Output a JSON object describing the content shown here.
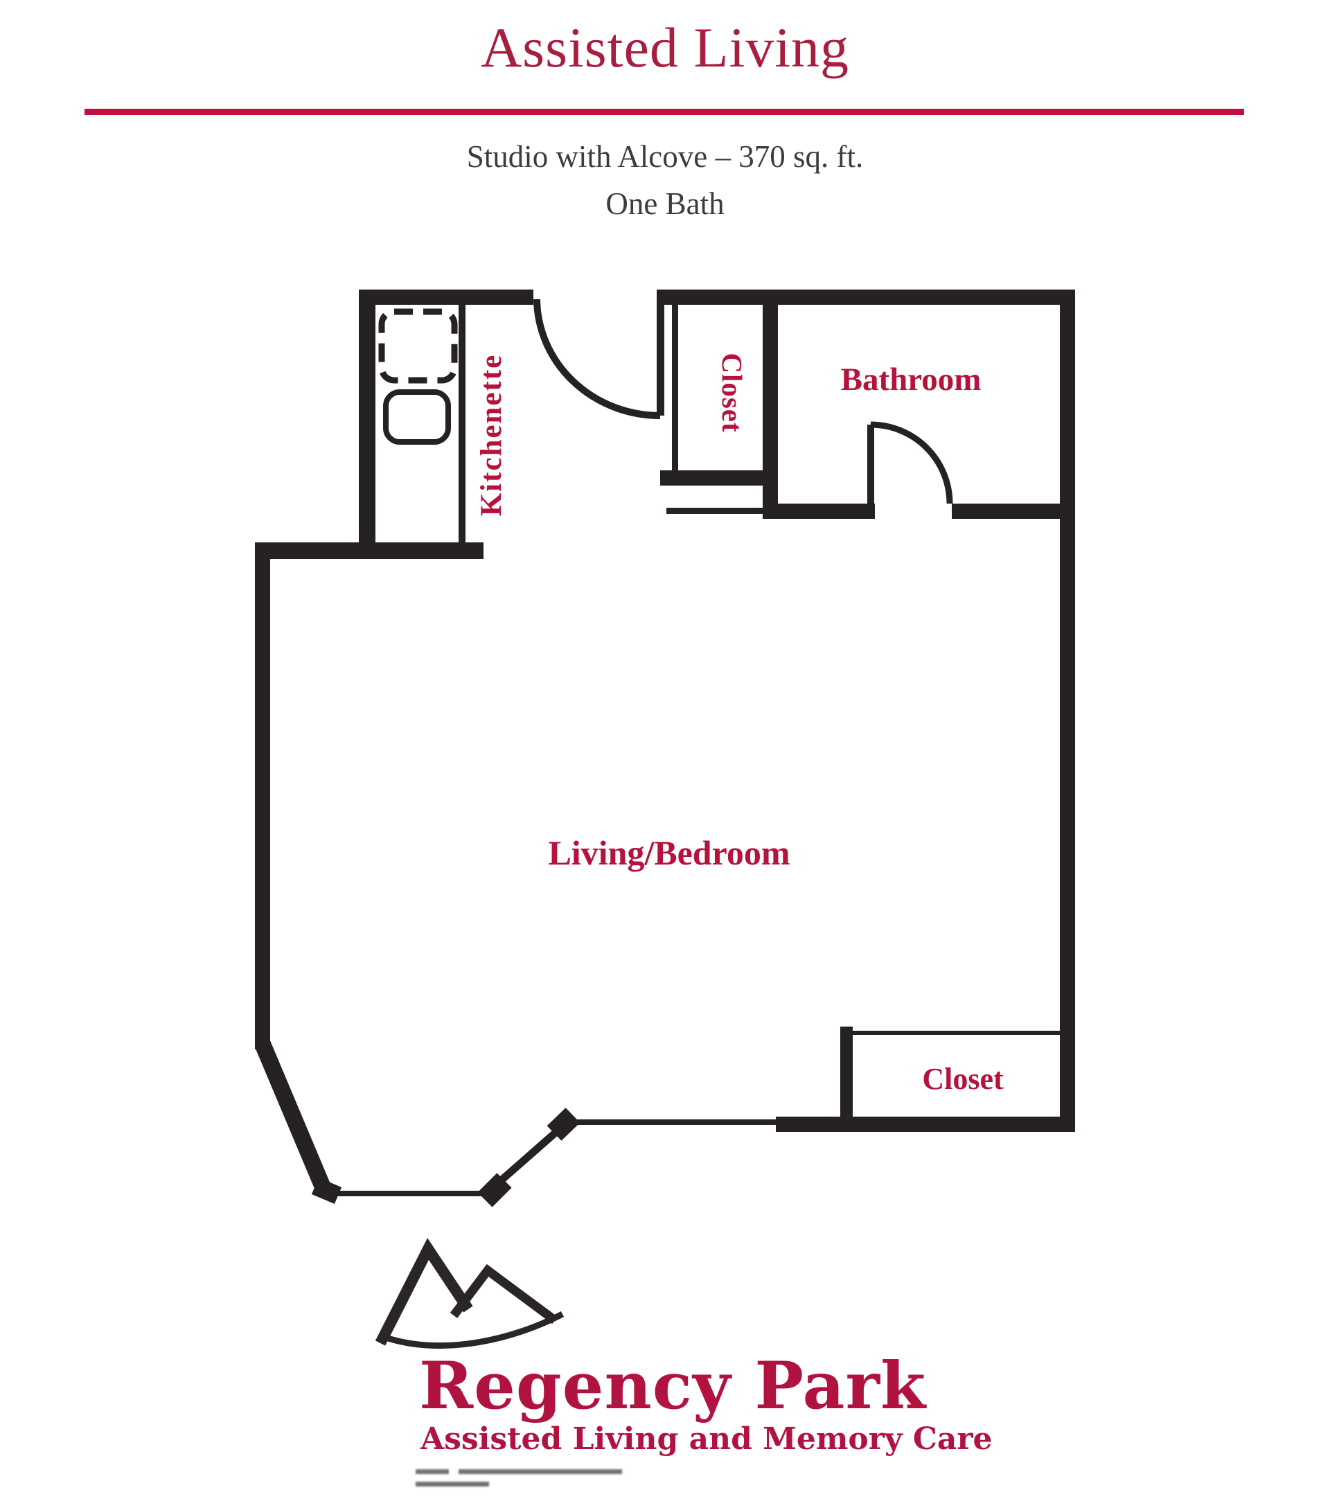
{
  "header": {
    "title": "Assisted Living",
    "subtitle_line1": "Studio with Alcove – 370 sq. ft.",
    "subtitle_line2": "One Bath"
  },
  "floor_plan": {
    "rooms": {
      "kitchenette": "Kitchenette",
      "closet_top": "Closet",
      "bathroom": "Bathroom",
      "living_bedroom": "Living/Bedroom",
      "closet_bottom": "Closet"
    },
    "fixtures": {
      "appliance_icon": "dashed-appliance",
      "sink_icon": "sink"
    },
    "doors": [
      "hall-entry-arc-door",
      "bathroom-arc-door",
      "angled-entry-door"
    ]
  },
  "logo": {
    "name": "Regency Park",
    "tagline": "Assisted Living and Memory Care",
    "icon": "mountain-icon"
  },
  "colors": {
    "accent_red": "#a81e3e",
    "rule_red": "#c11040",
    "label_red": "#b5123c",
    "logo_red": "#b11340",
    "wall_dark": "#262123",
    "subtitle_gray": "#3c3c3e"
  }
}
